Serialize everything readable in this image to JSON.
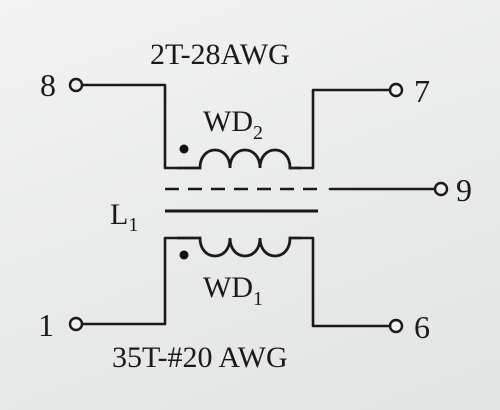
{
  "diagram": {
    "top_winding_spec": "2T-28AWG",
    "bottom_winding_spec": "35T-#20 AWG",
    "core_label": {
      "main": "L",
      "sub": "1"
    },
    "top_winding_label": {
      "main": "WD",
      "sub": "2"
    },
    "bottom_winding_label": {
      "main": "WD",
      "sub": "1"
    },
    "pins": {
      "pin_8": "8",
      "pin_7": "7",
      "pin_9": "9",
      "pin_1": "1",
      "pin_6": "6"
    }
  }
}
